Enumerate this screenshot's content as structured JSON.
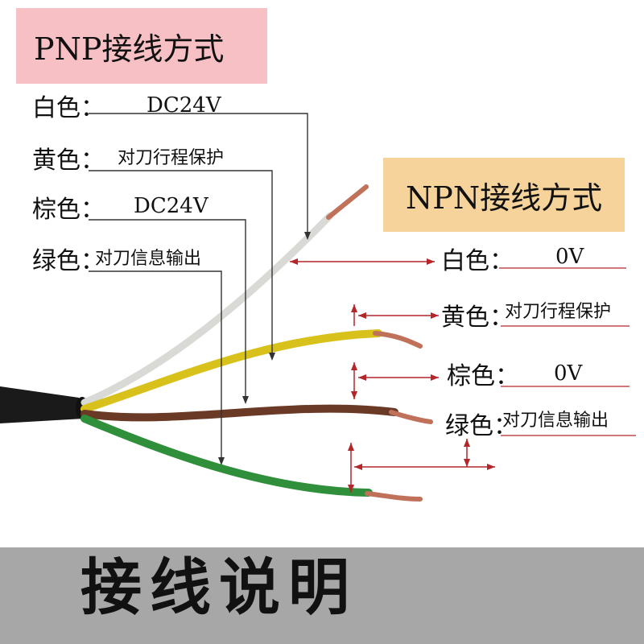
{
  "pnp": {
    "title": "PNP接线方式",
    "rows": [
      {
        "color_label": "白色：",
        "value": "DC24V"
      },
      {
        "color_label": "黄色：",
        "value": "对刀行程保护"
      },
      {
        "color_label": "棕色：",
        "value": "DC24V"
      },
      {
        "color_label": "绿色：",
        "value": "对刀信息输出"
      }
    ]
  },
  "npn": {
    "title": "NPN接线方式",
    "rows": [
      {
        "color_label": "白色：",
        "value": "0V"
      },
      {
        "color_label": "黄色：",
        "value": "对刀行程保护"
      },
      {
        "color_label": "棕色：",
        "value": "0V"
      },
      {
        "color_label": "绿色：",
        "value": "对刀信息输出"
      }
    ]
  },
  "footer": {
    "title": "接线说明"
  },
  "colors": {
    "pnp_bg": "#f7c0c4",
    "npn_bg": "#f5d39a",
    "footer_bg": "#a7a7a7",
    "arrow": "#b3262a",
    "wire_white": "#d9d9d6",
    "wire_yellow": "#d9c11c",
    "wire_brown": "#6b3a27",
    "wire_green": "#2f8f3a",
    "cable_black": "#1a1a1a",
    "copper": "#c0715a"
  }
}
